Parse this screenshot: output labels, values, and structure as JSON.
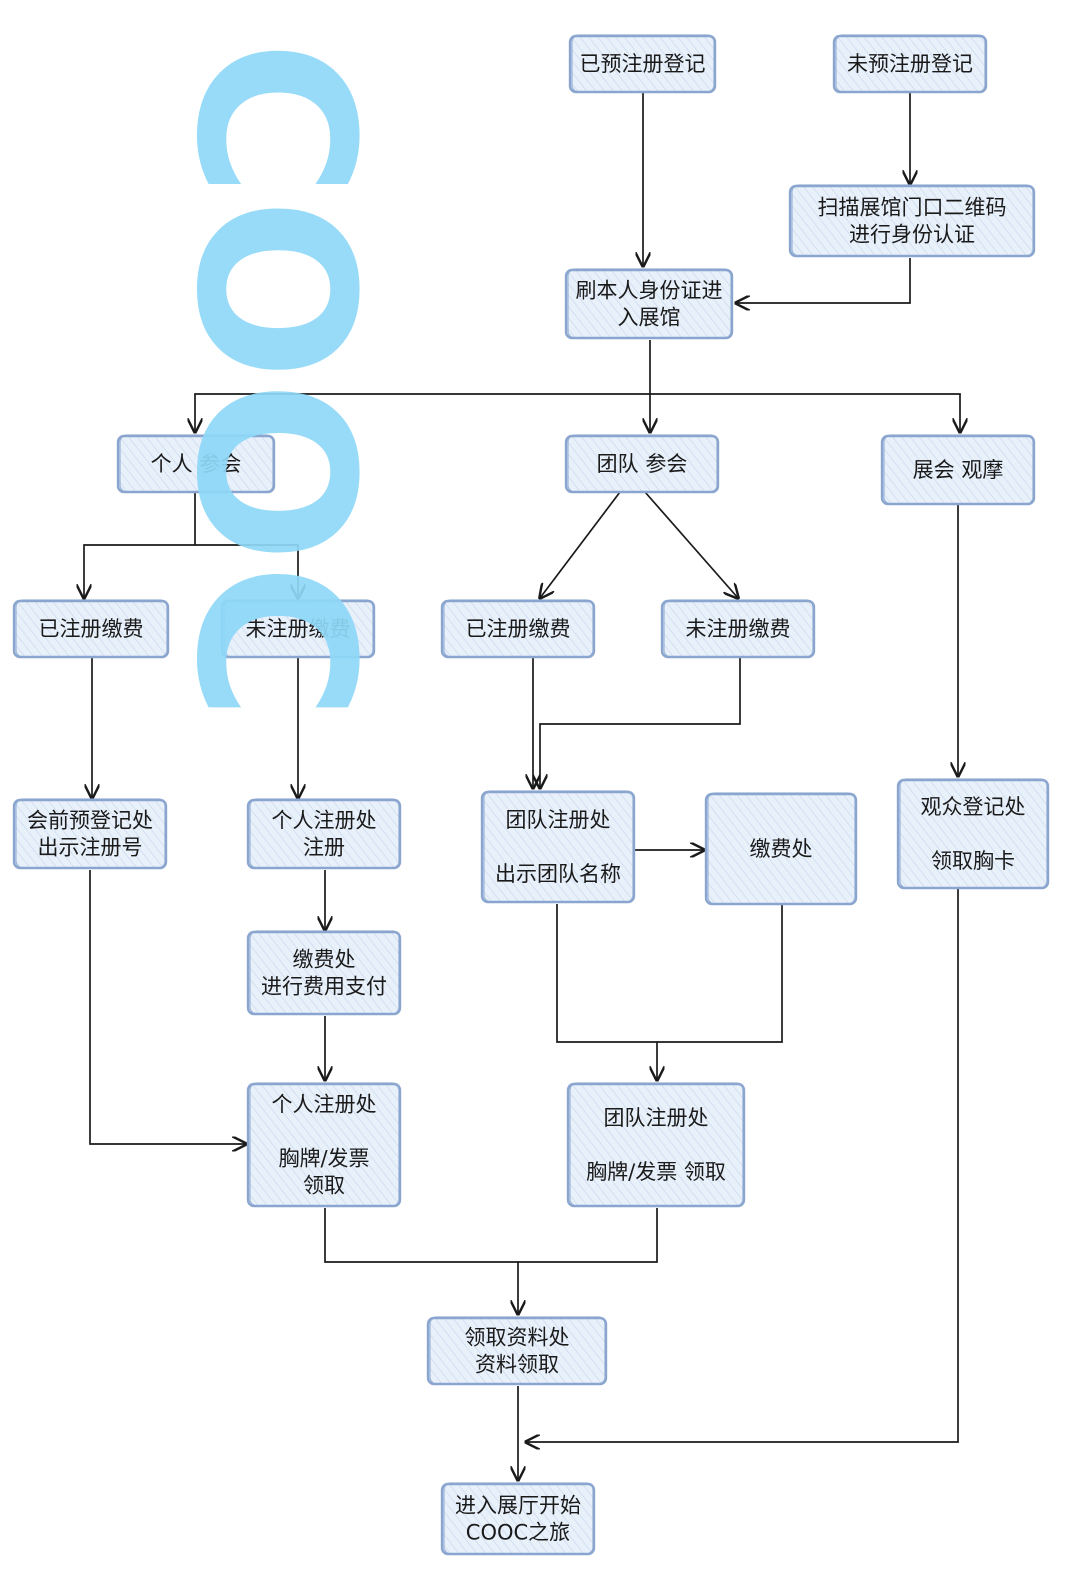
{
  "watermark": {
    "text": "COOC",
    "color": "#8fd8f8"
  },
  "style": {
    "box_fill": "#e8f0fa",
    "box_hatch": "#c4d4ec",
    "box_stroke": "#8aa6cf",
    "edge_color": "#1a1a1a"
  },
  "nodes": {
    "pre_registered": [
      "已预注册登记"
    ],
    "not_pre_registered": [
      "未预注册登记"
    ],
    "scan_qr": [
      "扫描展馆门口二维码",
      "进行身份认证"
    ],
    "swipe_id": [
      "刷本人身份证进",
      "入展馆"
    ],
    "individual": [
      "个人  参会"
    ],
    "team": [
      "团队  参会"
    ],
    "visitor": [
      "展会  观摩"
    ],
    "ind_registered_paid": [
      "已注册缴费"
    ],
    "ind_unregistered": [
      "未注册缴费"
    ],
    "team_registered_paid": [
      "已注册缴费"
    ],
    "team_unregistered": [
      "未注册缴费"
    ],
    "pre_reg_desk": [
      "会前预登记处",
      "出示注册号"
    ],
    "ind_reg_desk": [
      "个人注册处",
      "注册"
    ],
    "team_reg_desk": [
      "团队注册处",
      "",
      "出示团队名称"
    ],
    "payment_desk_team": [
      "缴费处"
    ],
    "visitor_desk": [
      "观众登记处",
      "",
      "领取胸卡"
    ],
    "payment_desk_ind": [
      "缴费处",
      "进行费用支付"
    ],
    "ind_badge_desk": [
      "个人注册处",
      "",
      "胸牌/发票",
      "领取"
    ],
    "team_badge_desk": [
      "团队注册处",
      "",
      "胸牌/发票  领取"
    ],
    "materials_desk": [
      "领取资料处",
      "资料领取"
    ],
    "enter_hall": [
      "进入展厅开始",
      "COOC之旅"
    ]
  }
}
